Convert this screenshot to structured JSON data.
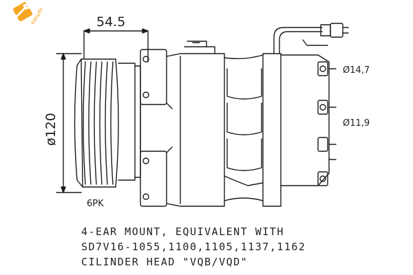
{
  "badge": {
    "text": "easyfit",
    "color": "#f5a623"
  },
  "dimensions": {
    "width_top": "54.5",
    "diameter_left": "ø120",
    "diameter_upper_right": "Ø14,7",
    "diameter_lower_right": "Ø11,9",
    "belt_label": "6PK"
  },
  "notes": [
    "4-EAR MOUNT, EQUIVALENT WITH",
    "SD7V16-1055,1100,1105,1137,1162",
    "CILINDER HEAD \"VQB/VQD\""
  ],
  "colors": {
    "line": "#1a1a1a",
    "text": "#222222"
  }
}
